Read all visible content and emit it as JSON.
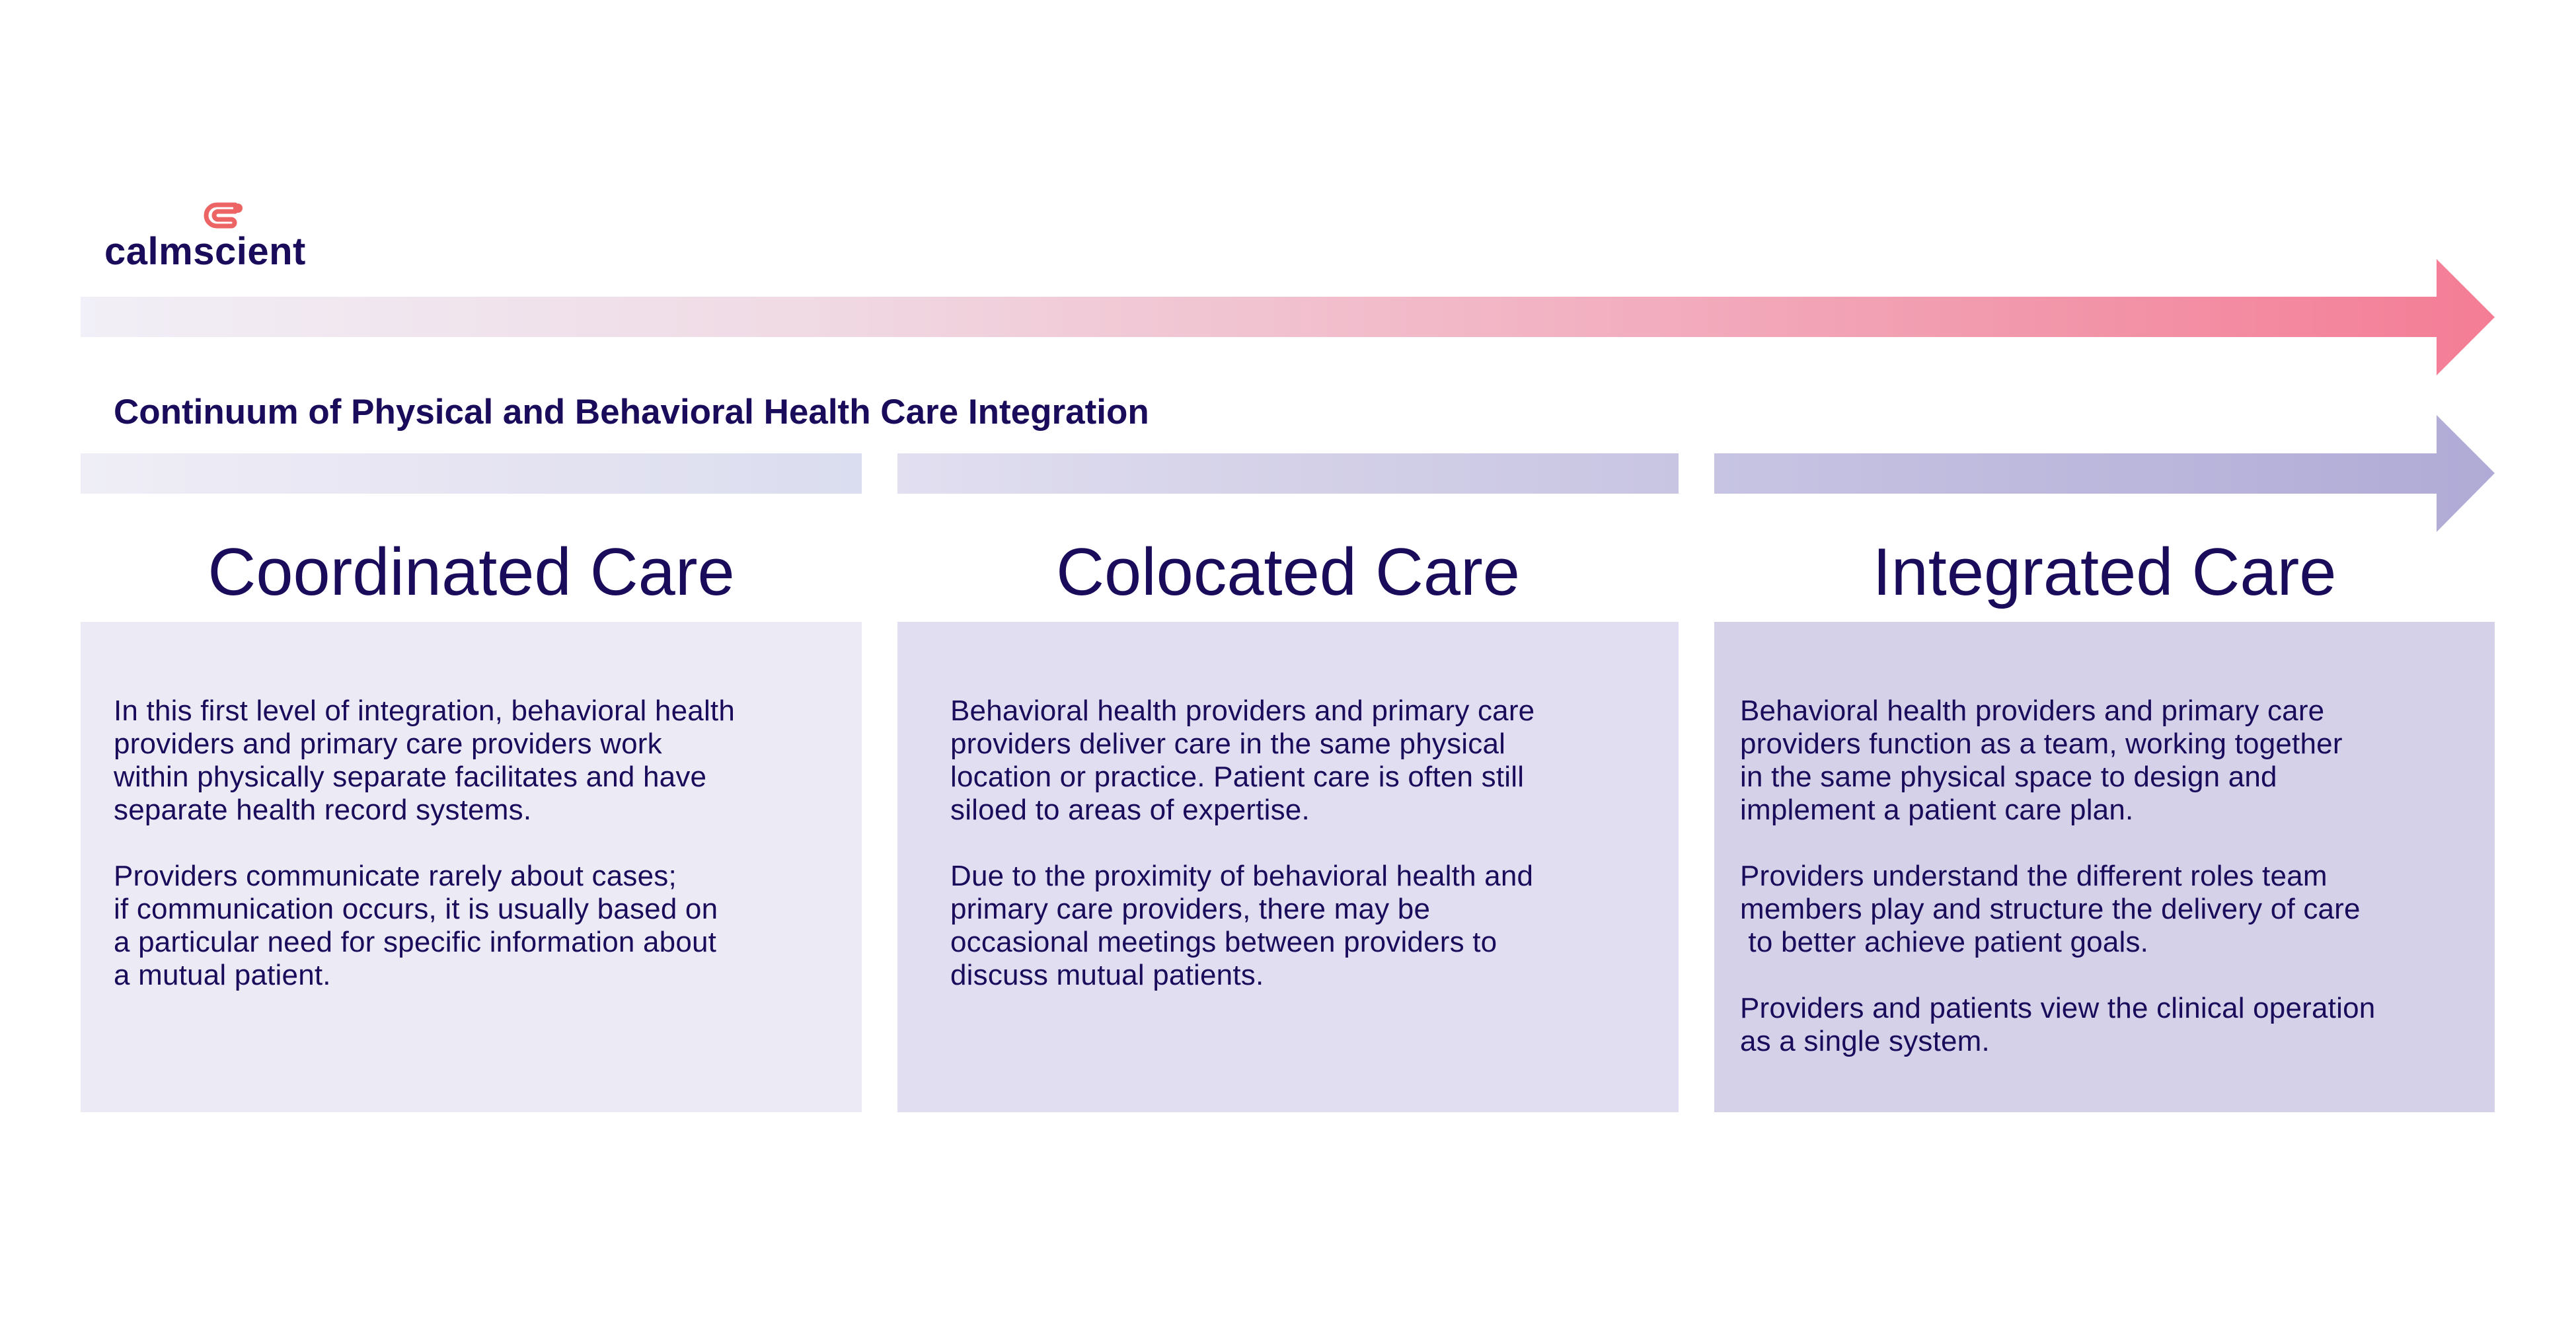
{
  "brand": {
    "name": "calmscient",
    "icon": "calmscient-c-logo-icon",
    "icon_color": "#EC6464",
    "text_color": "#1A0B5B"
  },
  "diagram": {
    "title": "Continuum of Physical and Behavioral Health Care Integration",
    "arrow_colors": {
      "top_start": "#F1EFF7",
      "top_end": "#F37D95",
      "bottom_start": "#C7C4E3",
      "bottom_end": "#B0ABD6"
    },
    "columns": [
      {
        "title": "Coordinated Care",
        "box_color": "#ECEAF5",
        "paragraphs": [
          {
            "lines": [
              "In this first level of integration, behavioral health",
              "providers and primary care providers work",
              "within physically separate facilitates and have",
              "separate health record systems."
            ]
          },
          {
            "lines": [
              "Providers communicate rarely about cases;",
              "if communication occurs, it is usually based on",
              "a particular need for specific information about",
              "a mutual patient."
            ]
          }
        ]
      },
      {
        "title": "Colocated Care",
        "box_color": "#E0DEF0",
        "paragraphs": [
          {
            "lines": [
              "Behavioral health providers and primary care",
              "providers deliver care in the same physical",
              "location or practice. Patient care is often still",
              "siloed to areas of expertise."
            ]
          },
          {
            "lines": [
              "Due to the proximity of behavioral health and",
              "primary care providers, there may be",
              "occasional meetings between providers to",
              "discuss mutual patients."
            ]
          }
        ]
      },
      {
        "title": "Integrated Care",
        "box_color": "#D4D1E8",
        "paragraphs": [
          {
            "lines": [
              "Behavioral health providers and primary care",
              "providers function as a team, working together",
              "in the same physical space to design and",
              "implement a patient care plan."
            ]
          },
          {
            "lines": [
              "Providers understand the different roles team",
              "members play and structure the delivery of care",
              " to better achieve patient goals."
            ]
          },
          {
            "lines": [
              "Providers and patients view the clinical operation",
              "as a single system."
            ]
          }
        ]
      }
    ]
  }
}
